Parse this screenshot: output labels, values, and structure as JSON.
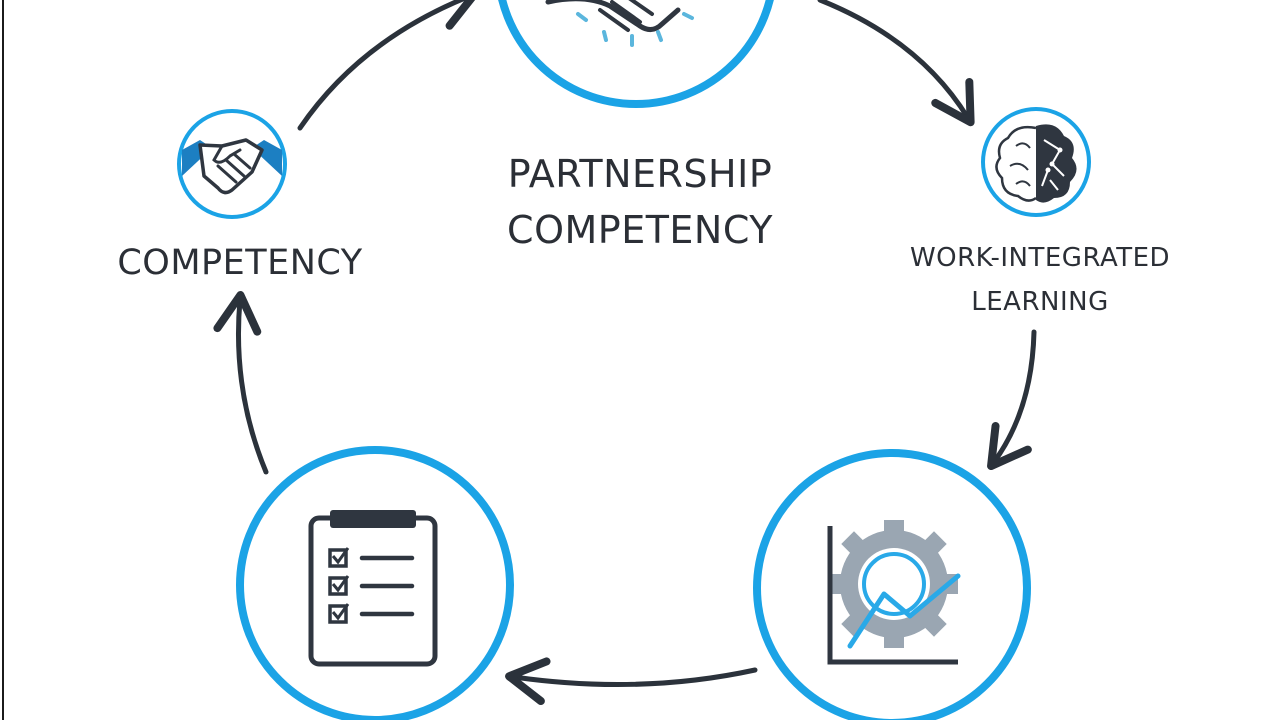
{
  "colors": {
    "ring": "#1ba3e6",
    "arrow": "#2b323b",
    "icon_dark": "#2f3640",
    "icon_blue": "#29a9e8",
    "gear": "#9aa6b2"
  },
  "nodes": {
    "top": {
      "icon": "handshake-icon"
    },
    "left": {
      "icon": "handshake-icon",
      "label": "COMPETENCY"
    },
    "right": {
      "icon": "brain-icon",
      "label_line1": "WORK-INTEGRATED",
      "label_line2": "LEARNING"
    },
    "bottom_right": {
      "icon": "chart-gear-icon"
    },
    "bottom_left": {
      "icon": "checklist-icon"
    }
  },
  "center": {
    "line1": "PARTNERSHIP",
    "line2": "COMPETENCY"
  }
}
